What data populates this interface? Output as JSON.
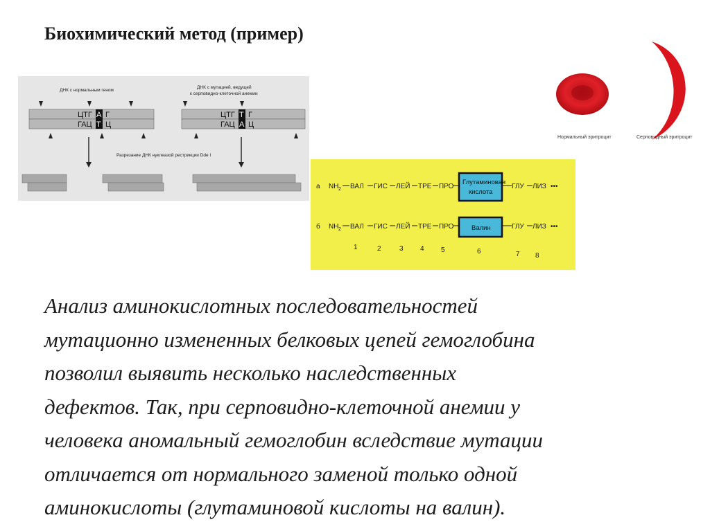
{
  "title": "Биохимический метод (пример)",
  "dna_figure": {
    "label_left": "ДНК с нормальным геном",
    "label_right_1": "ДНК с мутацией, ведущей",
    "label_right_2": "к серповидно-клеточной анемии",
    "normal_top": "ЦТГ",
    "normal_top_mark": "А",
    "normal_top_end": "Г",
    "normal_bottom": "ГАЦ",
    "normal_bottom_mark": "Т",
    "normal_bottom_end": "Ц",
    "mutant_top": "ЦТГ",
    "mutant_top_mark": "Т",
    "mutant_top_end": "Г",
    "mutant_bottom": "ГАЦ",
    "mutant_bottom_mark": "А",
    "mutant_bottom_end": "Ц",
    "cut_label": "Разрезание ДНК нуклеазой рестрикции Dde I"
  },
  "protein_figure": {
    "row_a": {
      "marker": "а",
      "start": "NH",
      "sub": "2",
      "residues": [
        "ВАЛ",
        "ГИС",
        "ЛЕЙ",
        "ТРЕ",
        "ПРО"
      ],
      "box_1": "Глутаминовая",
      "box_2": "кислота",
      "tail": [
        "ГЛУ",
        "ЛИЗ"
      ],
      "dots": "•••"
    },
    "row_b": {
      "marker": "б",
      "start": "NH",
      "sub": "2",
      "residues": [
        "ВАЛ",
        "ГИС",
        "ЛЕЙ",
        "ТРЕ",
        "ПРО"
      ],
      "box_1": "Валин",
      "tail": [
        "ГЛУ",
        "ЛИЗ"
      ],
      "dots": "•••"
    },
    "numbers": [
      "1",
      "2",
      "3",
      "4",
      "5",
      "6",
      "7",
      "8"
    ]
  },
  "cells": {
    "normal_caption": "Нормальный эритроцит",
    "sickle_caption": "Серповидный эритроцит"
  },
  "body_lines": [
    "Анализ аминокислотных последовательностей",
    "мутационно измененных белковых цепей гемоглобина",
    "позволил выявить несколько наследственных",
    "дефектов. Так, при серповидно-клеточной анемии у",
    "человека аномальный гемоглобин вследствие мутации",
    "отличается от нормального заменой только одной",
    "аминокислоты (глутаминовой кислоты на валин)."
  ]
}
